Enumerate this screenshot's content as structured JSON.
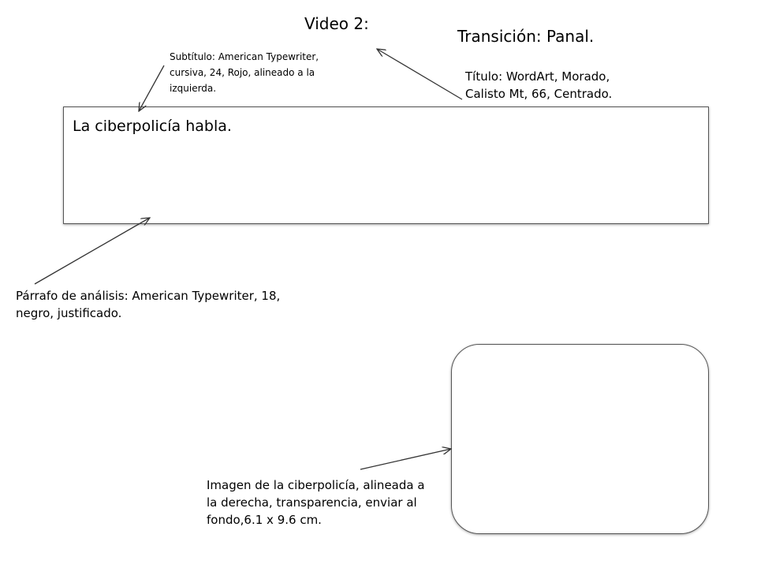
{
  "slide": {
    "video_label": "Video 2:",
    "transition_label": "Transición: Panal.",
    "content_box_text": "La ciberpolicía habla."
  },
  "annotations": {
    "subtitle_note": "Subtítulo: American Typewriter, cursiva, 24, Rojo, alineado a la izquierda.",
    "title_note": "Título: WordArt, Morado, Calisto Mt, 66, Centrado.",
    "paragraph_note": "Párrafo de análisis: American Typewriter, 18, negro, justificado.",
    "image_note": "Imagen de la ciberpolicía, alineada a la derecha, transparencia, enviar al fondo,6.1 x 9.6 cm."
  },
  "colors": {
    "border": "#555555",
    "arrow": "#333333",
    "text": "#000000"
  }
}
